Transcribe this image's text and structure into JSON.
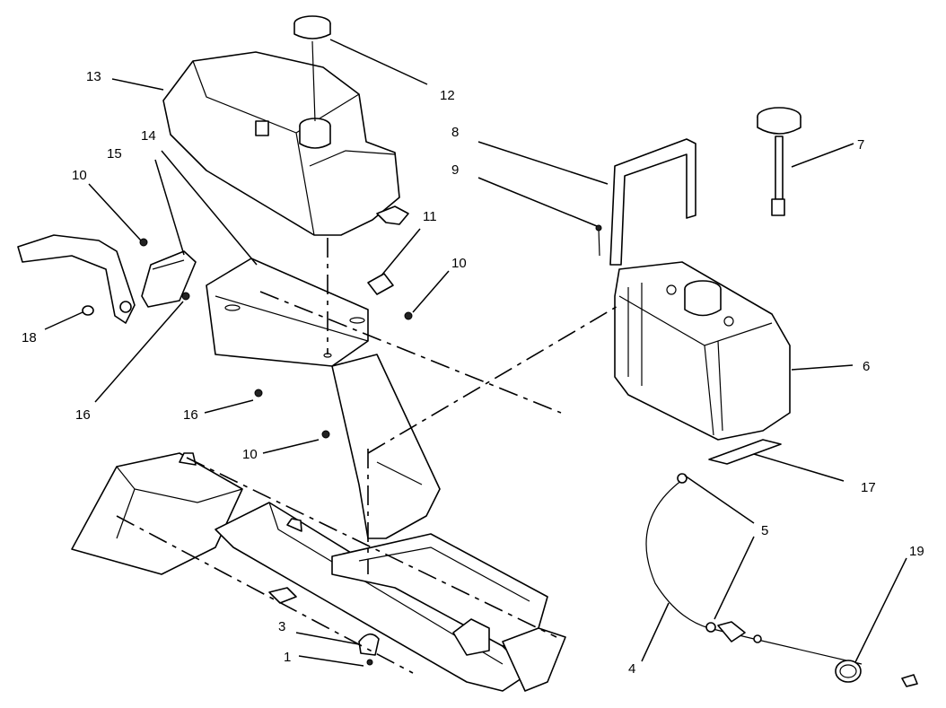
{
  "callouts": {
    "c1": "1",
    "c3": "3",
    "c4": "4",
    "c5": "5",
    "c6": "6",
    "c7": "7",
    "c8": "8",
    "c9": "9",
    "c10a": "10",
    "c10b": "10",
    "c10c": "10",
    "c11": "11",
    "c12": "12",
    "c13": "13",
    "c14": "14",
    "c15": "15",
    "c16a": "16",
    "c16b": "16",
    "c17": "17",
    "c18": "18",
    "c19": "19"
  }
}
